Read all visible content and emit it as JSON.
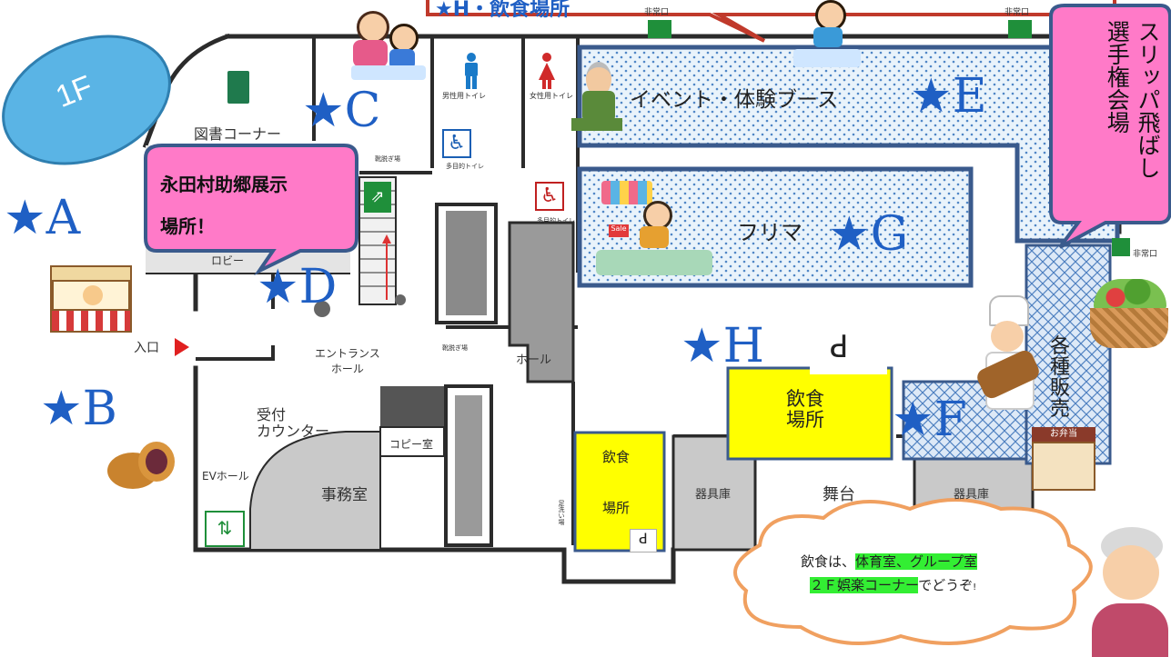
{
  "floor_label": "1F",
  "top_banner": "★H・飲食場所",
  "rooms": {
    "library_corner": "図書コーナー",
    "lobby": "ロビー",
    "entrance": "入口",
    "entrance_hall": "エントランス\nホール",
    "reception": "受付\nカウンター",
    "office": "事務室",
    "copy_room": "コピー室",
    "ev_hall": "EVホール",
    "hall": "ホール",
    "storage_1": "器具庫",
    "storage_2": "器具庫",
    "stage": "舞台",
    "mens_toilet": "男性用トイレ",
    "womens_toilet": "女性用トイレ",
    "multi_toilet_1": "多目的トイレ",
    "multi_toilet_2": "多目的トイレ",
    "shoe_area_1": "靴脱ぎ場",
    "shoe_area_2": "靴脱ぎ場",
    "emergency_exit_1": "非常口",
    "emergency_exit_2": "非常口",
    "emergency_exit_3": "非常口",
    "wash_area": "足洗い場"
  },
  "areas": {
    "event_booth": "イベント・体験ブース",
    "flea_market": "フリマ",
    "various_sales": "各\n種\n販\n売",
    "food_area_center": "飲食\n場所",
    "food_area_left_1": "飲食",
    "food_area_left_2": "場所"
  },
  "stars": {
    "A": "★A",
    "B": "★B",
    "C": "★C",
    "D": "★D",
    "E": "★E",
    "F": "★F",
    "G": "★G",
    "H": "★H"
  },
  "callouts": {
    "exhibit": "永田村助郷展示\n場所！",
    "slipper_event": "スリッパ飛ばし\n選手権会場"
  },
  "cloud_note": {
    "prefix": "飲食は、",
    "highlight_1": "体育室、グループ室",
    "highlight_2": "２Ｆ娯楽コーナー",
    "suffix": "でどうぞ",
    "end_mark": "!"
  },
  "colors": {
    "star_blue": "#1f5fc4",
    "wall_dark": "#2b2b2b",
    "zone_border": "#3a5a8c",
    "dotted_fill": "#e8f2fb",
    "food_yellow": "#ffff00",
    "callout_pink": "#ff7ac8",
    "highlight_green": "#33ee33",
    "floor_badge": "#5ab4e5",
    "banner_red": "#c0392b"
  },
  "icons": [
    "yatai-stall-icon",
    "manju-sweet-icon",
    "mother-child-icon",
    "child-icon",
    "elderly-man-icon",
    "flea-market-seller-icon",
    "chef-bread-icon",
    "bento-shop-icon",
    "vegetable-basket-icon",
    "grandma-icon",
    "fork-spoon-icon",
    "wheelchair-icon",
    "male-toilet-icon",
    "female-toilet-icon",
    "emergency-exit-icon",
    "elevator-icon",
    "stairs-icon",
    "book-icon"
  ]
}
